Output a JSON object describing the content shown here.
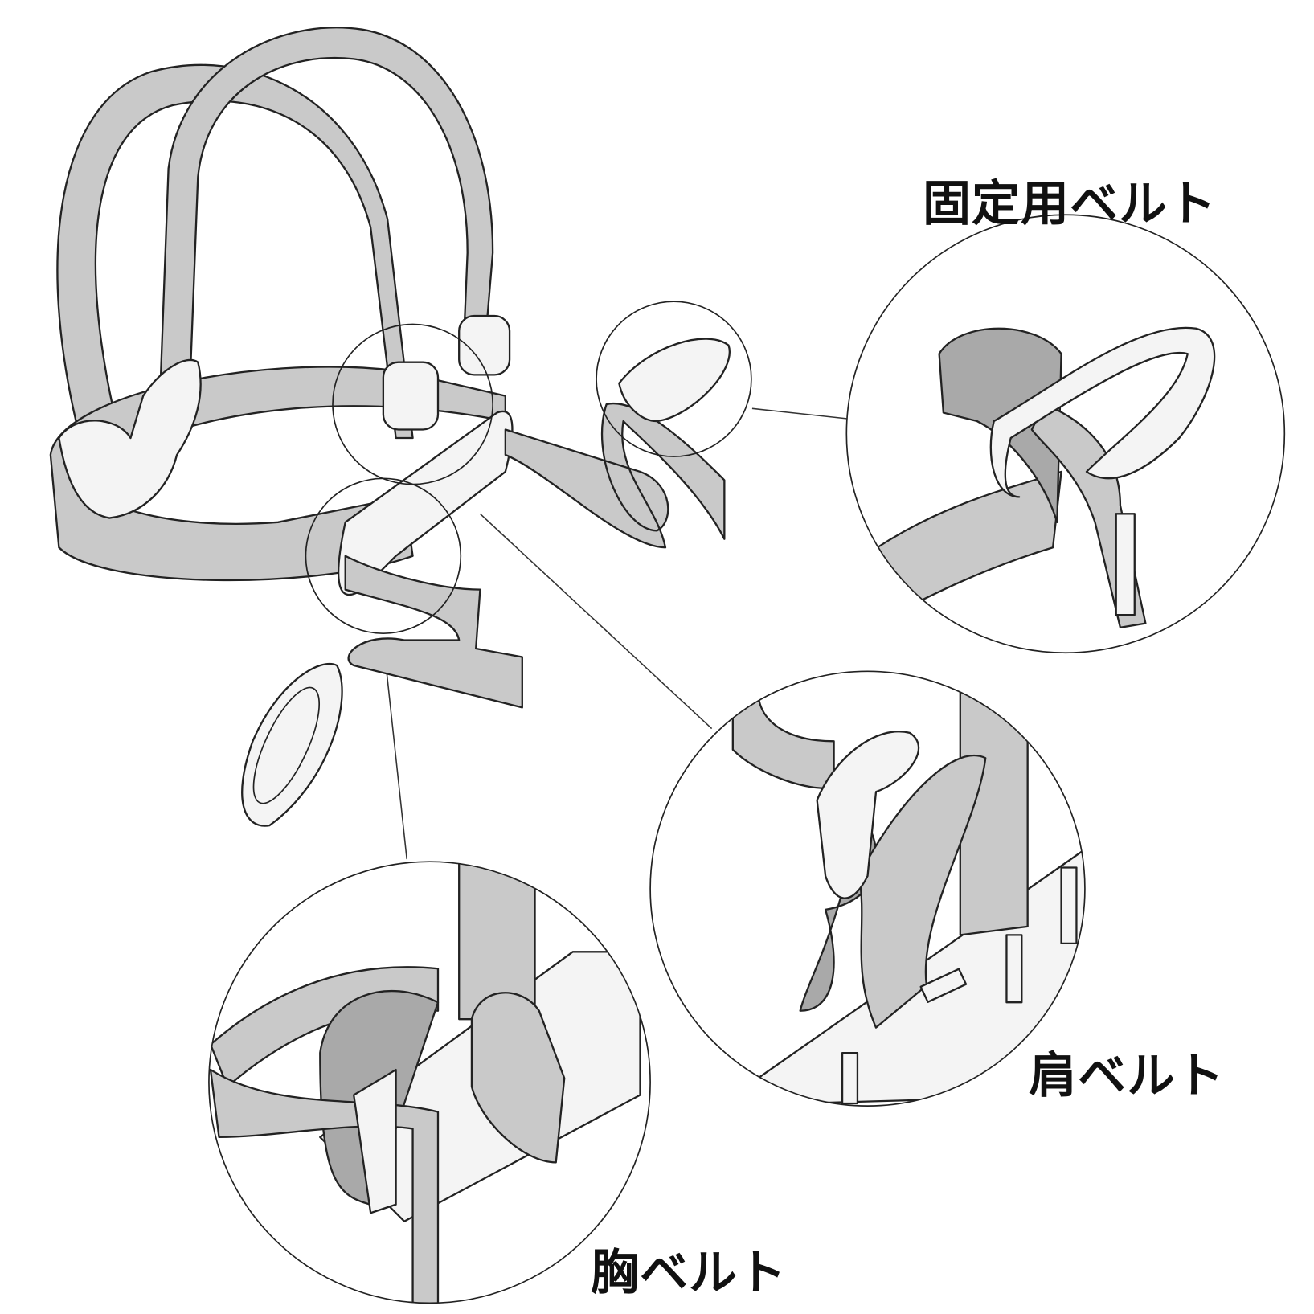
{
  "labels": {
    "fixing_belt": "固定用ベルト",
    "shoulder_belt": "肩ベルト",
    "chest_belt": "胸ベルト"
  },
  "colors": {
    "strap": "#c9c9c9",
    "strap_dark": "#a9a9a9",
    "buckle": "#f4f4f4",
    "outline": "#222222"
  }
}
